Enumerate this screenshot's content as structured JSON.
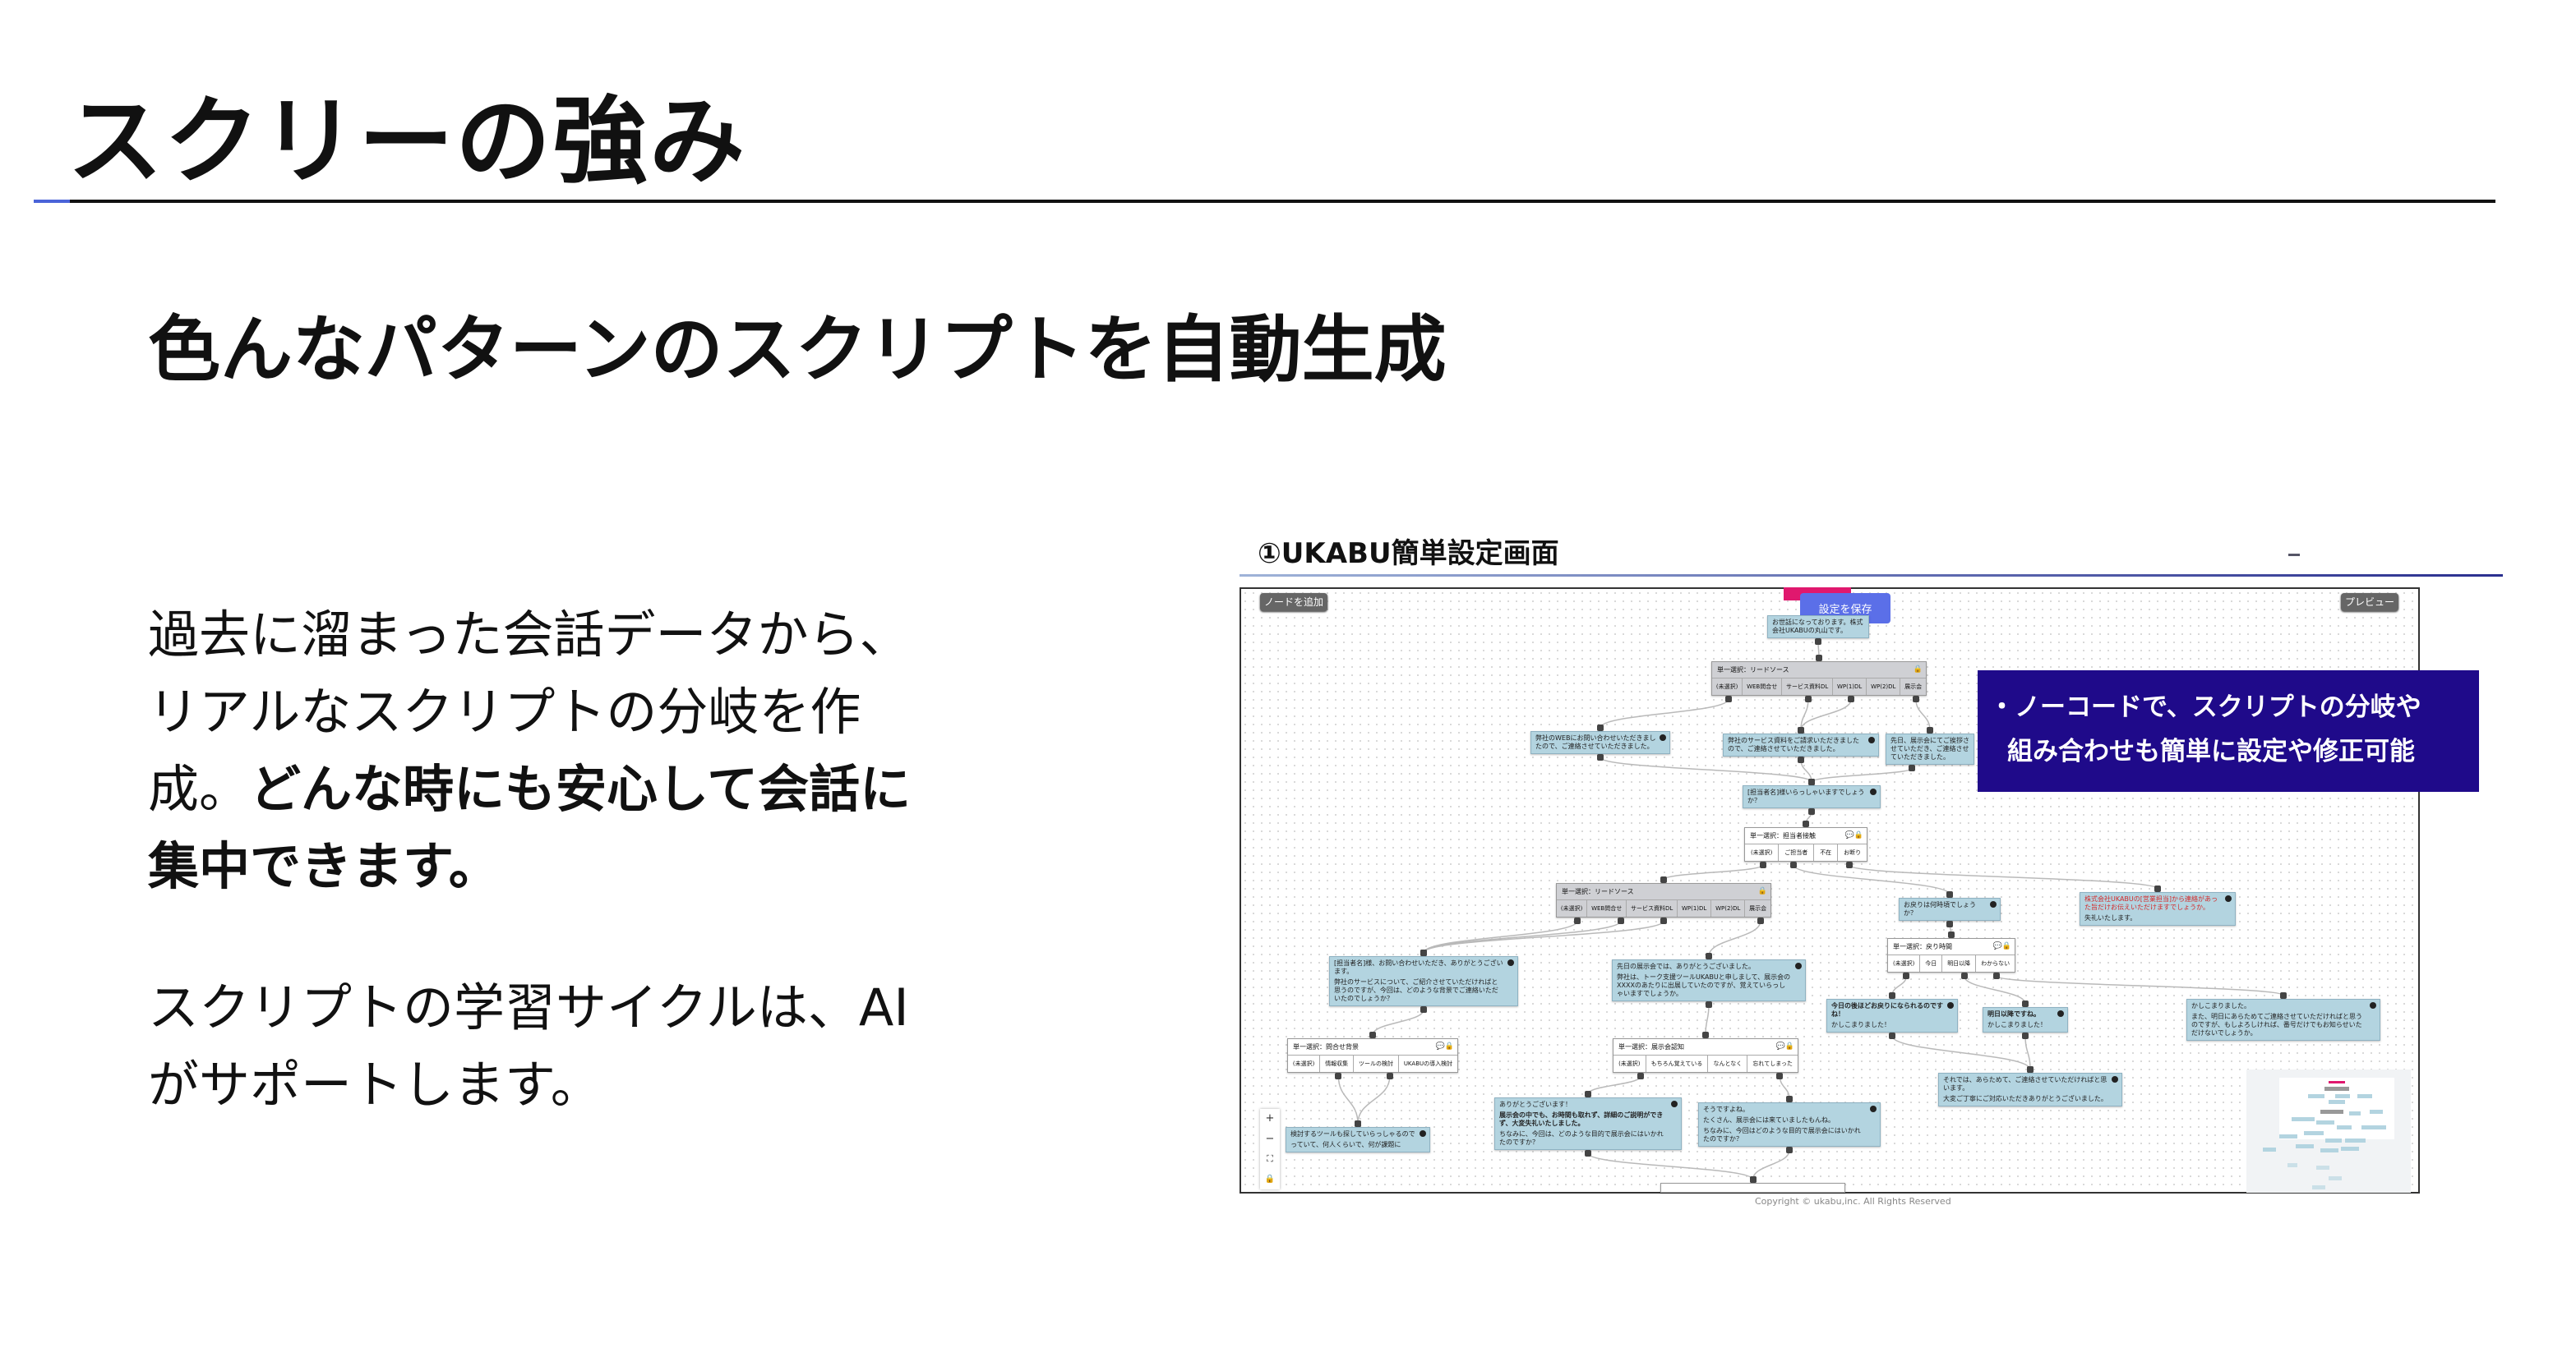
{
  "slide": {
    "title": "スクリーの強み",
    "subtitle": "色んなパターンのスクリプトを自動生成",
    "para1_lines": [
      "過去に溜まった会話データから、",
      "リアルなスクリプトの分岐を作",
      "成。"
    ],
    "para1_bold": [
      "どんな時にも安心して会話に",
      "集中できます。"
    ],
    "para2_lines": [
      "スクリプトの学習サイクルは、AI",
      "がサポートします。"
    ],
    "accent_color": "#4a63d8"
  },
  "screenshot": {
    "app_title": "①UKABU簡単設定画面",
    "add_node": "ノードを追加",
    "save": "設定を保存",
    "preview": "プレビュー",
    "copyright": "Copyright © ukabu,inc. All Rights Reserved",
    "callout": {
      "line1": "・ノーコードで、スクリプトの分岐や",
      "line2": "組み合わせも簡単に設定や修正可能",
      "bg_color": "#1f0a8a"
    },
    "zoom_controls": [
      "+",
      "−",
      "⛶",
      "🔒"
    ],
    "nodes": {
      "start": "お世話になっております。株式会社UKABUの丸山です。",
      "lead1": {
        "title": "単一選択：リードソース",
        "options": [
          "(未選択)",
          "WEB問合せ",
          "サービス資料DL",
          "WP(1)DL",
          "WP(2)DL",
          "展示会"
        ]
      },
      "m_web": "弊社のWEBにお問い合わせいただきましたので、ご連絡させていただきました。",
      "m_doc": "弊社のサービス資料をご請求いただきましたので、ご連絡させていただきました。",
      "m_expo": "先日、展示会にてご挨拶させていただき、ご連絡させていただきました。",
      "m_ask": "[担当者名]様いらっしゃいますでしょうか？",
      "contact": {
        "title": "単一選択：担当者接触",
        "options": [
          "(未選択)",
          "ご担当者",
          "不在",
          "お断り"
        ]
      },
      "lead2": {
        "title": "単一選択：リードソース",
        "options": [
          "(未選択)",
          "WEB問合せ",
          "サービス資料DL",
          "WP(1)DL",
          "WP(2)DL",
          "展示会"
        ]
      },
      "m_return": "お戻りは何時頃でしょうか？",
      "m_refuse_1": "株式会社UKABUの[営業担当]から連絡があった旨だけお伝えいただけますでしょうか。",
      "m_refuse_2": "失礼いたします。",
      "back": {
        "title": "単一選択：戻り時間",
        "options": [
          "(未選択)",
          "今日",
          "明日以降",
          "わからない"
        ]
      },
      "m_thanks_1": "[担当者名]様、お問い合わせいただき、ありがとうございます。",
      "m_thanks_2": "弊社のサービスについて、ご紹介させていただければと思うのですが、今回は、どのような背景でご連絡いただいたのでしょうか？",
      "m_expo2_1": "先日の展示会では、ありがとうございました。",
      "m_expo2_2": "弊社は、トーク支援ツールUKABUと申しまして、展示会のXXXXのあたりに出展していたのですが、覚えていらっしゃいますでしょうか。",
      "m_today_1": "今日の後ほどお戻りになられるのですね！",
      "m_today_2": "かしこまりました！",
      "m_tomorrow_1": "明日以降ですね。",
      "m_tomorrow_2": "かしこまりました！",
      "m_unknown_1": "かしこまりました。",
      "m_unknown_2": "また、明日にあらためてご連絡させていただければと思うのですが、もしよろしければ、番号だけでもお知らせいただけないでしょうか。",
      "bg": {
        "title": "単一選択：問合せ背景",
        "options": [
          "(未選択)",
          "情報収集",
          "ツールの検討",
          "UKABUの導入検討"
        ]
      },
      "aware": {
        "title": "単一選択：展示会認知",
        "options": [
          "(未選択)",
          "もちろん覚えている",
          "なんとなく",
          "忘れてしまった"
        ]
      },
      "m_end_1": "それでは、あらためて、ご連絡させていただければと思います。",
      "m_end_2": "大変ご丁寧にご対応いただきありがとうございました。",
      "m_yes_1": "ありがとうございます！",
      "m_yes_2": "展示会の中でも、お時間も取れず、詳細のご説明ができず、大変失礼いたしました。",
      "m_yes_3": "ちなみに、今回は、どのような目的で展示会にはいかれたのですか？",
      "m_so_1": "そうですよね。",
      "m_so_2": "たくさん、展示会には来ていましたもんね。",
      "m_so_3": "ちなみに、今回はどのような目的で展示会にはいかれたのですか？",
      "m_tool_1": "検討するツールも探していらっしゃるので",
      "m_tool_2": "っていて、何人くらいで、何が課題に"
    }
  }
}
